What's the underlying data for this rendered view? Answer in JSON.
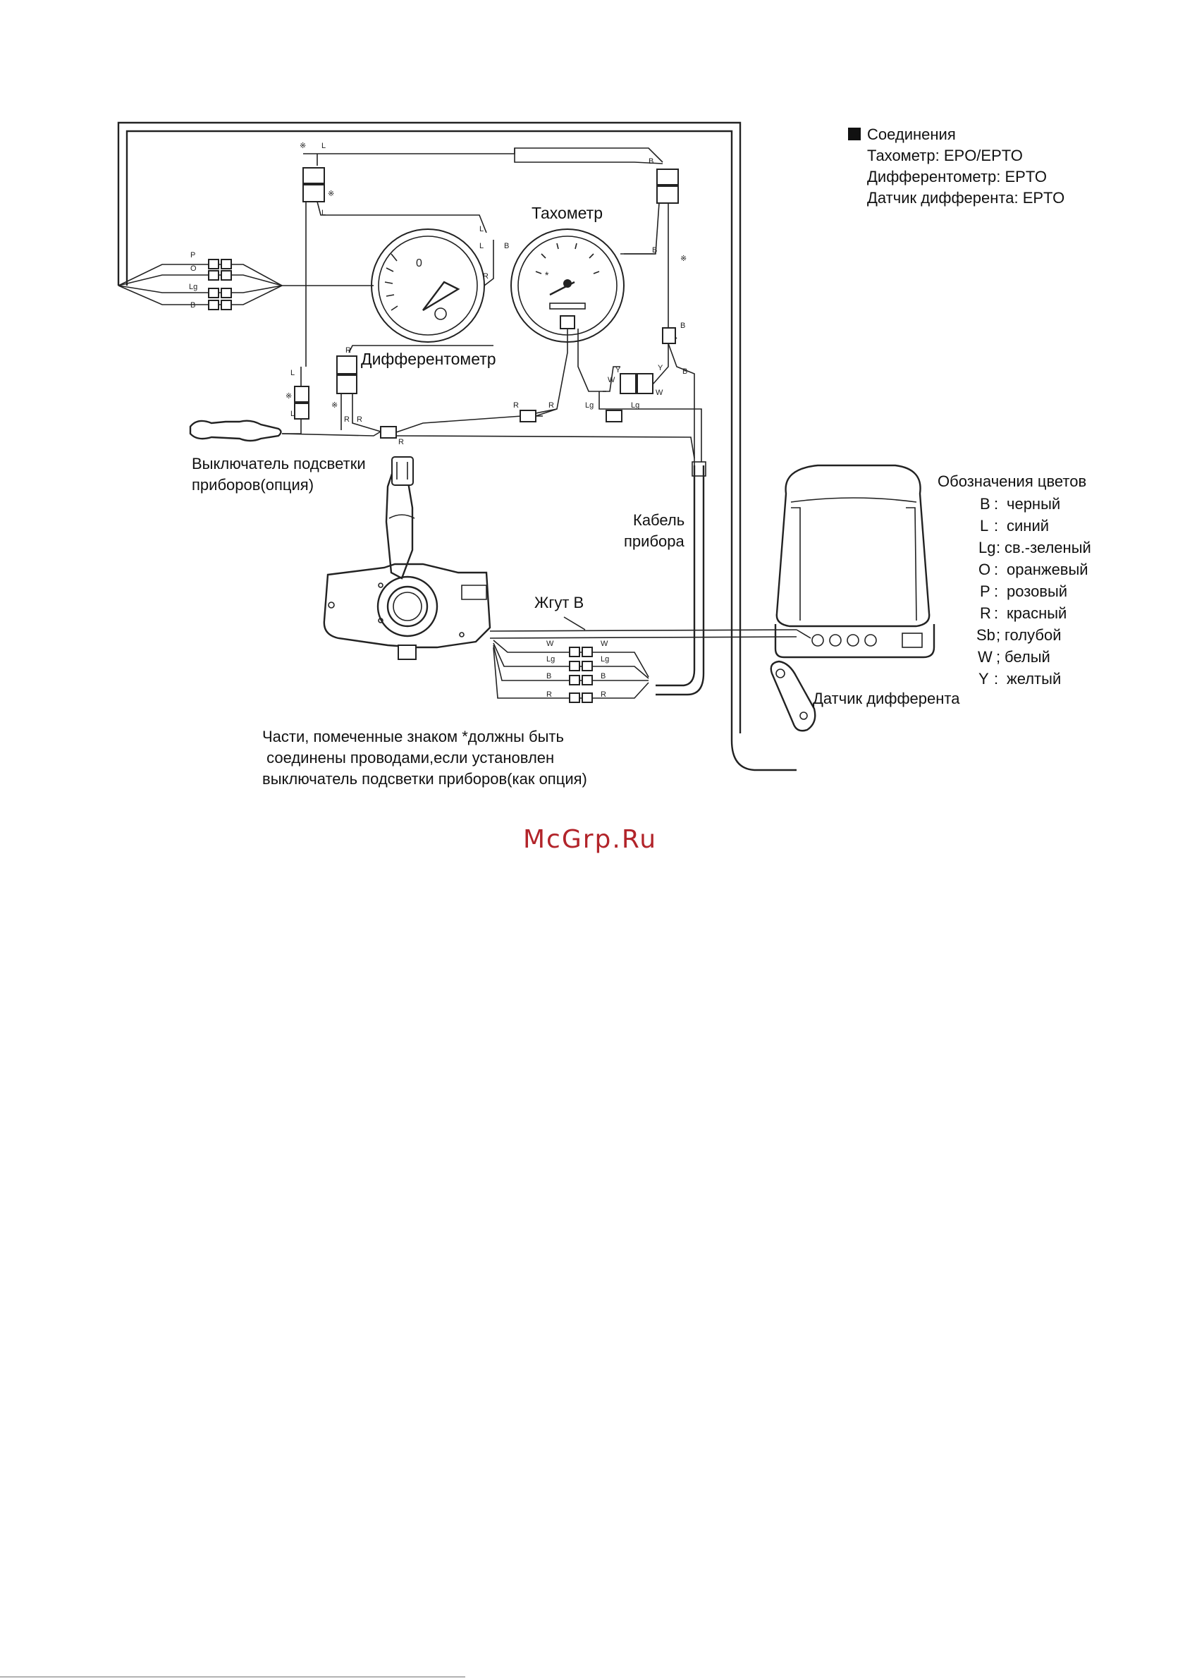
{
  "connections": {
    "title": "Соединения",
    "items": [
      "Тахометр: EPO/EPTO",
      "Дифферентометр: EPTO",
      "Датчик дифферента: EPTO"
    ]
  },
  "components": {
    "tachometer": "Тахометр",
    "trim_meter": "Дифферентометр",
    "light_switch_line1": "Выключатель подсветки",
    "light_switch_line2": "приборов(опция)",
    "meter_cable_line1": "Кабель",
    "meter_cable_line2": "прибора",
    "harness": "Жгут B",
    "trim_sensor": "Датчик дифферента"
  },
  "note": {
    "line1": "Части, помеченные знаком *должны быть",
    "line2": " соединены проводами,если установлен",
    "line3": "выключатель подсветки приборов(как опция)"
  },
  "color_legend": {
    "title": "Обозначения цветов",
    "entries": [
      {
        "code": "B",
        "name": "черный"
      },
      {
        "code": "L",
        "name": "синий"
      },
      {
        "code": "Lg",
        "name": "св.-зеленый"
      },
      {
        "code": "O",
        "name": "оранжевый"
      },
      {
        "code": "P",
        "name": "розовый"
      },
      {
        "code": "R",
        "name": "красный"
      },
      {
        "code": "Sb",
        "name": "голубой"
      },
      {
        "code": "W",
        "name": "белый"
      },
      {
        "code": "Y",
        "name": "желтый"
      }
    ]
  },
  "wire_labels": {
    "left_bundle": [
      "P",
      "O",
      "Lg",
      "B"
    ],
    "harness_wires": [
      "W",
      "Lg",
      "B",
      "R"
    ]
  },
  "watermark": "McGrp.Ru"
}
